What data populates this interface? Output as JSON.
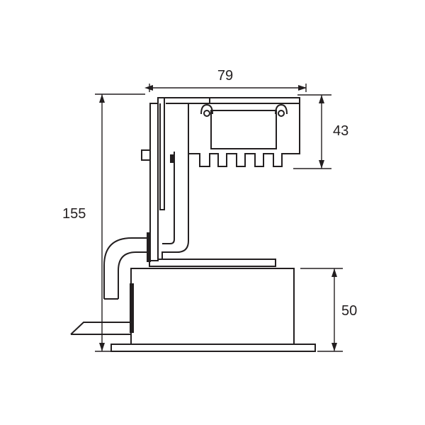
{
  "dimensions": {
    "width_top": "79",
    "height_top": "43",
    "height_total": "155",
    "height_bottom": "50"
  },
  "colors": {
    "line": "#231f20",
    "background": "#ffffff"
  }
}
